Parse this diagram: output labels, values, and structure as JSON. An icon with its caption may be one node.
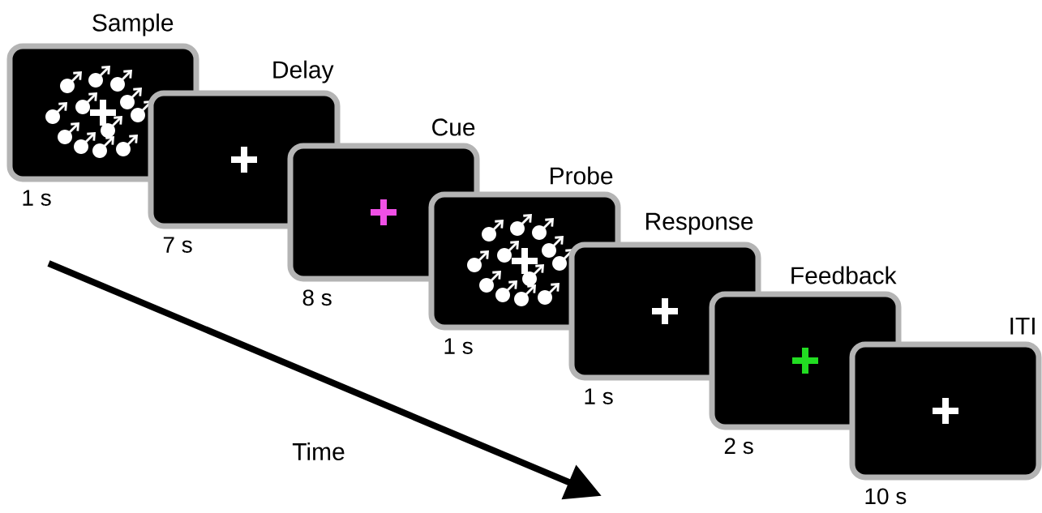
{
  "diagram": {
    "nodes": [
      {
        "text": [
          "Sample"
        ],
        "beside": [
          "1 s"
        ]
      },
      {
        "text": [
          "Delay"
        ],
        "beside": [
          "7 s"
        ]
      },
      {
        "text": [
          "Cue"
        ],
        "beside": [
          "8 s"
        ]
      },
      {
        "text": [
          "Probe"
        ],
        "beside": [
          "1 s"
        ]
      },
      {
        "text": [
          "Response"
        ],
        "beside": [
          "1 s"
        ]
      },
      {
        "text": [
          "Feedback"
        ],
        "beside": [
          "2 s"
        ]
      },
      {
        "text": [
          "ITI"
        ],
        "beside": [
          "10 s"
        ]
      }
    ],
    "edges": [],
    "labels": [
      "Time"
    ]
  }
}
